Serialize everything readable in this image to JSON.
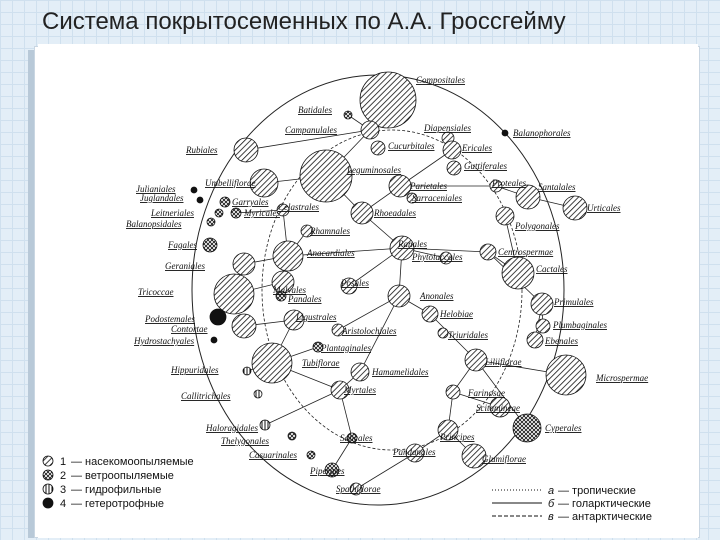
{
  "title": "Система покрытосеменных по А.А. Гроссгейму",
  "taxa": [
    "Compositales",
    "Batidales",
    "Campanulales",
    "Diapensiales",
    "Balanophorales",
    "Rubiales",
    "Cucurbitales",
    "Ericales",
    "Guttiferales",
    "Umbelliflorae",
    "Leguminosales",
    "Parietales",
    "Sarraceniales",
    "Proteales",
    "Santalales",
    "Juglandales",
    "Garryales",
    "Urticales",
    "Julianiales",
    "Leitneriales",
    "Myricales",
    "Celastrales",
    "Rhoeadales",
    "Polygonales",
    "Balanopsidales",
    "Rhamnales",
    "Fagales",
    "Ranales",
    "Centrospermae",
    "Anacardiales",
    "Phytolaccales",
    "Cactales",
    "Geraniales",
    "Malvales",
    "Posales",
    "Pandales",
    "Anonales",
    "Primulales",
    "Tricoccae",
    "Ligustrales",
    "Helobiae",
    "Podostemales",
    "Aristolochiales",
    "Triuridales",
    "Plumbaginales",
    "Contortae",
    "Plantaginales",
    "Ebenales",
    "Hydrostachyales",
    "Tubiflorae",
    "Liliiflorae",
    "Hippuridales",
    "Hamamelidales",
    "Microspermae",
    "Myrtales",
    "Farinosae",
    "Callitrichales",
    "Scitamineae",
    "Haloragidales",
    "Salicales",
    "Cyperales",
    "Thelygonales",
    "Casuarinales",
    "Principes",
    "Pandanales",
    "Piperales",
    "Glumiflorae",
    "Spathiflorae"
  ],
  "legend_left": [
    {
      "num": "1",
      "text": "— насекомоопыляемые"
    },
    {
      "num": "2",
      "text": "— ветроопыляемые"
    },
    {
      "num": "3",
      "text": "— гидрофильные"
    },
    {
      "num": "4",
      "text": "— гетеротрофные"
    }
  ],
  "legend_right": [
    {
      "key": "а",
      "text": "— тропические"
    },
    {
      "key": "б",
      "text": "— голарктические"
    },
    {
      "key": "в",
      "text": "— антарктические"
    }
  ]
}
